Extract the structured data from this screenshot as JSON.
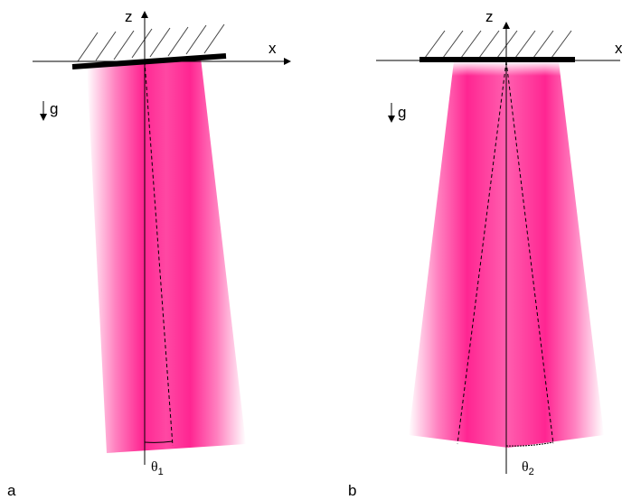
{
  "panels": [
    {
      "id": "a",
      "panel_label": "a",
      "axis_z_label": "z",
      "axis_x_label": "x",
      "gravity_label": "g",
      "angle_symbol": "θ",
      "angle_subscript": "1"
    },
    {
      "id": "b",
      "panel_label": "b",
      "axis_z_label": "z",
      "axis_x_label": "x",
      "gravity_label": "g",
      "angle_symbol": "θ",
      "angle_subscript": "2"
    }
  ],
  "colors": {
    "beam": "#ff1a8c",
    "line": "#000000"
  }
}
